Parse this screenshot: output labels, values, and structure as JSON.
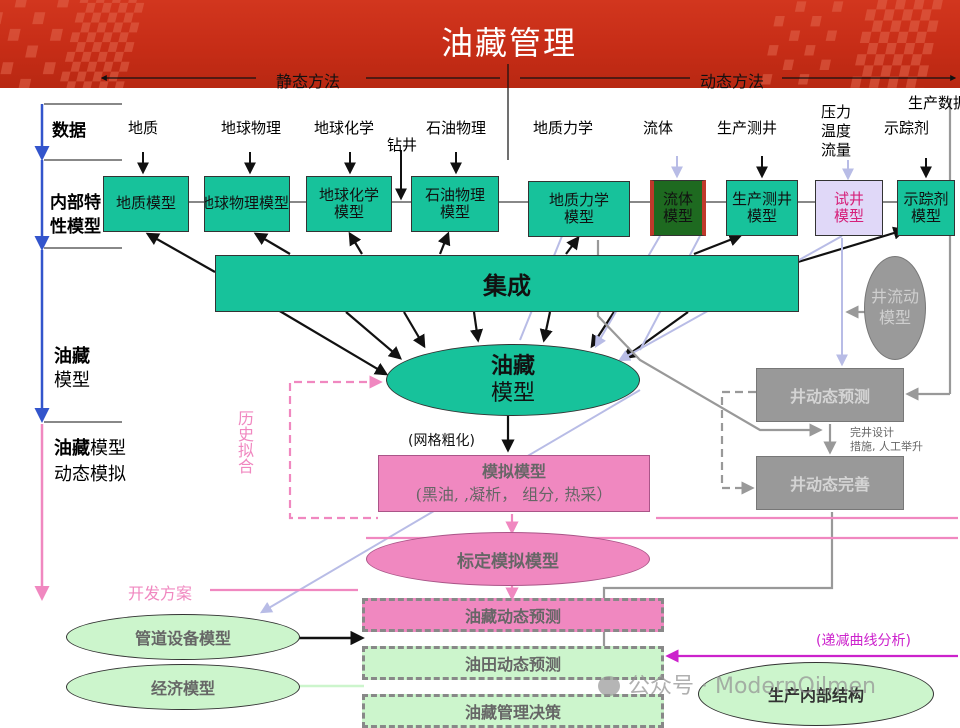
{
  "title": "油藏管理",
  "methods": {
    "static": "静态方法",
    "dynamic": "动态方法"
  },
  "rows": {
    "data": "数据",
    "internal_l1": "内部特",
    "internal_l2": "性模型",
    "reservoir_l1": "油藏",
    "reservoir_l2": "模型",
    "sim_bold": "油藏",
    "sim_rest": "模型",
    "sim_l2": "动态模拟"
  },
  "data_labels": {
    "geology": "地质",
    "geophysics": "地球物理",
    "geochem": "地球化学",
    "drilling": "钻井",
    "petrophys": "石油物理",
    "geomech": "地质力学",
    "fluid": "流体",
    "prodlog": "生产测井",
    "pressure": "压力",
    "temperature": "温度",
    "flow": "流量",
    "tracer": "示踪剂",
    "proddata": "生产数据"
  },
  "models": {
    "geology": "地质模型",
    "geophysics": "地球物理模型",
    "geochem_l1": "地球化学",
    "geochem_l2": "模型",
    "petrophys_l1": "石油物理",
    "petrophys_l2": "模型",
    "geomech_l1": "地质力学",
    "geomech_l2": "模型",
    "fluid_l1": "流体",
    "fluid_l2": "模型",
    "prodlog_l1": "生产测井",
    "prodlog_l2": "模型",
    "welltest_l1": "试井",
    "welltest_l2": "模型",
    "tracer_l1": "示踪剂",
    "tracer_l2": "模型"
  },
  "integration": "集成",
  "reservoir_model": {
    "l1": "油藏",
    "l2": "模型"
  },
  "wellflow": {
    "l1": "井流动",
    "l2": "模型"
  },
  "well_perf_pred": "井动态预测",
  "well_perf_improve": "井动态完善",
  "completion_note_l1": "完井设计",
  "completion_note_l2": "措施, 人工举升",
  "history_match": "历史拟合",
  "grid_coarsen": "(网格粗化)",
  "sim_model": {
    "l1": "模拟模型",
    "l2": "(黑油, ,凝析， 组分, 热采）"
  },
  "calibrated": "标定模拟模型",
  "dev_plan": "开发方案",
  "pipeline": "管道设备模型",
  "economic": "经济模型",
  "res_perf_pred": "油藏动态预测",
  "field_perf_pred": "油田动态预测",
  "res_mgmt_decision": "油藏管理决策",
  "decline_analysis": "(递减曲线分析)",
  "prod_internal": "生产内部结构",
  "watermark": "公众号 · ModernOilmen",
  "colors": {
    "banner": "#c52c16",
    "teal": "#17c29b",
    "pink": "#f088c0",
    "light_green": "#ccf5cc",
    "gray": "#999999",
    "lavender": "#e0d8f8",
    "dark_green": "#1e6a20"
  }
}
